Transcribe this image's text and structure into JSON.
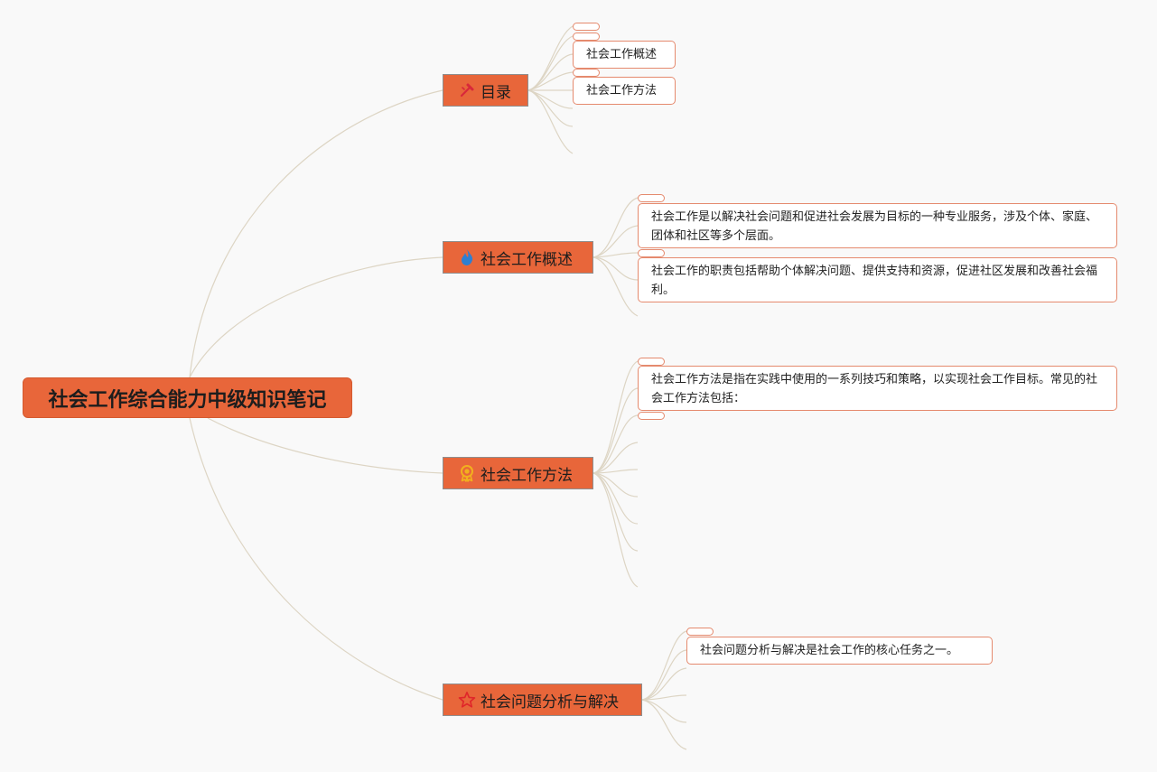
{
  "root": {
    "title": "社会工作综合能力中级知识笔记"
  },
  "branches": [
    {
      "label": "目录",
      "icon": "hammer-icon",
      "leaves": [
        "社会工作概述",
        "社会工作方法"
      ]
    },
    {
      "label": "社会工作概述",
      "icon": "flame-icon",
      "leaves": [
        "社会工作是以解决社会问题和促进社会发展为目标的一种专业服务，涉及个体、家庭、团体和社区等多个层面。",
        "社会工作的职责包括帮助个体解决问题、提供支持和资源，促进社区发展和改善社会福利。"
      ]
    },
    {
      "label": "社会工作方法",
      "icon": "medal-icon",
      "leaves": [
        "社会工作方法是指在实践中使用的一系列技巧和策略，以实现社会工作目标。常见的社会工作方法包括："
      ]
    },
    {
      "label": "社会问题分析与解决",
      "icon": "star-icon",
      "leaves": [
        "社会问题分析与解决是社会工作的核心任务之一。"
      ]
    }
  ],
  "colors": {
    "background": "#f9f9f9",
    "node_fill": "#e8663a",
    "leaf_border": "#e58a6e",
    "connector": "#ddd5c4"
  }
}
